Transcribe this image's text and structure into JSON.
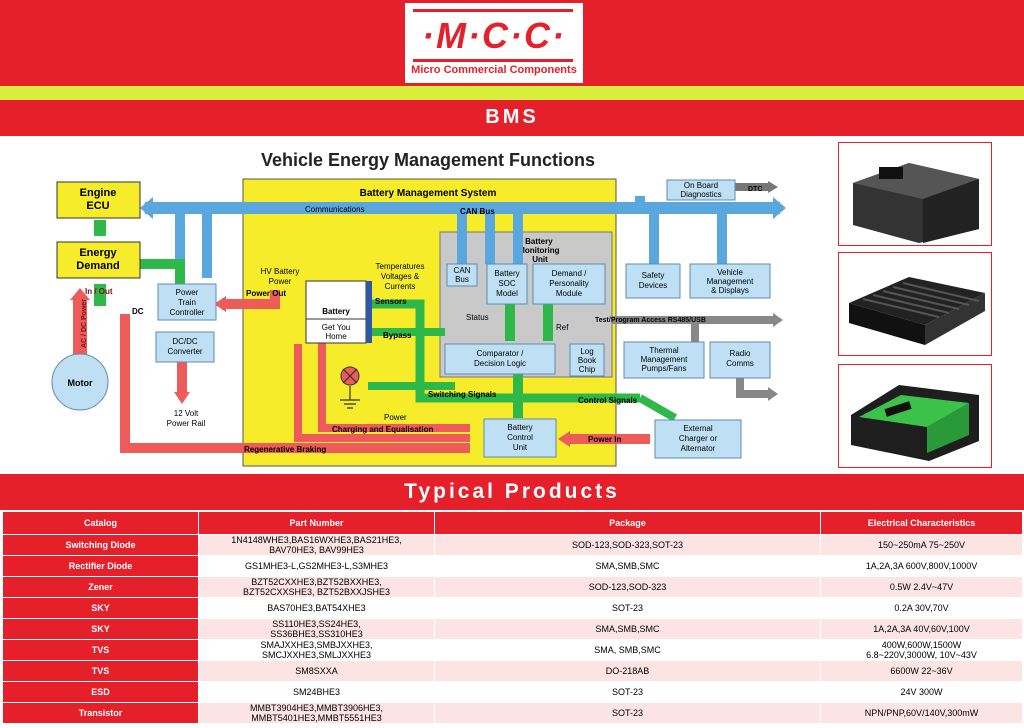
{
  "logo": {
    "mark": "·M·C·C·",
    "company": "Micro Commercial Components"
  },
  "section_title": "BMS",
  "diagram": {
    "title": "Vehicle Energy Management Functions",
    "bms_box": "Battery Management System",
    "monitoring": [
      "Battery",
      "Monitoring",
      "Unit"
    ],
    "nodes": {
      "engine_ecu": [
        "Engine",
        "ECU"
      ],
      "energy_demand": [
        "Energy",
        "Demand"
      ],
      "motor": "Motor",
      "power_train": [
        "Power",
        "Train",
        "Controller"
      ],
      "dcdc": [
        "DC/DC",
        "Converter"
      ],
      "volt12": [
        "12 Volt",
        "Power Rail"
      ],
      "battery": "Battery",
      "get_you_home": [
        "Get You",
        "Home"
      ],
      "hv_power": [
        "HV Battery",
        "Power"
      ],
      "temps": [
        "Temperatures",
        "Voltages &",
        "Currents"
      ],
      "can_bus_box": [
        "CAN",
        "Bus"
      ],
      "soc": [
        "Battery",
        "SOC",
        "Model"
      ],
      "demand_personality": [
        "Demand /",
        "Personality",
        "Module"
      ],
      "comparator": [
        "Comparator /",
        "Decision Logic"
      ],
      "log_book": [
        "Log",
        "Book",
        "Chip"
      ],
      "battery_control": [
        "Battery",
        "Control",
        "Unit"
      ],
      "on_board": [
        "On Board",
        "Diagnostics"
      ],
      "safety": [
        "Safety",
        "Devices"
      ],
      "vehicle_mgmt": [
        "Vehicle",
        "Management",
        "& Displays"
      ],
      "thermal": [
        "Thermal",
        "Management",
        "Pumps/Fans"
      ],
      "radio": [
        "Radio",
        "Comms"
      ],
      "ext_charger": [
        "External",
        "Charger or",
        "Alternator"
      ]
    },
    "labels": {
      "communications": "Communications",
      "can_bus": "CAN Bus",
      "dtc": "DTC",
      "in_out": "In / Out",
      "dc": "DC",
      "ac_dc_power": "AC / DC Power",
      "power_out": "Power Out",
      "sensors": "Sensors",
      "bypass": "Bypass",
      "status": "Status",
      "ref": "Ref",
      "test_program": "Test/Program Access RS485/USB",
      "switching_signals": "Switching Signals",
      "control_signals": "Control Signals",
      "power": "Power",
      "charging": "Charging and Equalisation",
      "power_in": "Power In",
      "regen": "Regenerative Braking"
    }
  },
  "photos": [
    {
      "name": "battery-module-photo",
      "desc": "BMS battery pack"
    },
    {
      "name": "controller-heatsink-photo",
      "desc": "Motor controller"
    },
    {
      "name": "power-tool-battery-photo",
      "desc": "Tool battery pack"
    }
  ],
  "products_title": "Typical Products",
  "table": {
    "headers": [
      "Catalog",
      "Part Number",
      "Package",
      "Electrical Characteristics"
    ],
    "rows": [
      {
        "catalog": "Switching Diode",
        "part": [
          "1N4148WHE3,BAS16WXHE3,BAS21HE3,",
          "BAV70HE3, BAV99HE3"
        ],
        "package": "SOD-123,SOD-323,SOT-23",
        "elec": [
          "150~250mA 75~250V"
        ]
      },
      {
        "catalog": "Rectifier Diode",
        "part": [
          "GS1MHE3-L,GS2MHE3-L,S3MHE3"
        ],
        "package": "SMA,SMB,SMC",
        "elec": [
          "1A,2A,3A  600V,800V,1000V"
        ]
      },
      {
        "catalog": "Zener",
        "part": [
          "BZT52CXXHE3,BZT52BXXHE3,",
          "BZT52CXXSHE3, BZT52BXXJSHE3"
        ],
        "package": "SOD-123,SOD-323",
        "elec": [
          "0.5W 2.4V~47V"
        ]
      },
      {
        "catalog": "SKY",
        "part": [
          "BAS70HE3,BAT54XHE3"
        ],
        "package": "SOT-23",
        "elec": [
          "0.2A 30V,70V"
        ]
      },
      {
        "catalog": "SKY",
        "part": [
          "SS110HE3,SS24HE3,",
          "SS36BHE3,SS310HE3"
        ],
        "package": "SMA,SMB,SMC",
        "elec": [
          "1A,2A,3A  40V,60V,100V"
        ]
      },
      {
        "catalog": "TVS",
        "part": [
          "SMAJXXHE3,SMBJXXHE3,",
          "SMCJXXHE3,SMLJXXHE3"
        ],
        "package": "SMA, SMB,SMC",
        "elec": [
          "400W,600W,1500W",
          "6.8~220V,3000W, 10V~43V"
        ]
      },
      {
        "catalog": "TVS",
        "part": [
          "SM8SXXA"
        ],
        "package": "DO-218AB",
        "elec": [
          "6600W  22~36V"
        ]
      },
      {
        "catalog": "ESD",
        "part": [
          "SM24BHE3"
        ],
        "package": "SOT-23",
        "elec": [
          "24V 300W"
        ]
      },
      {
        "catalog": "Transistor",
        "part": [
          "MMBT3904HE3,MMBT3906HE3,",
          "MMBT5401HE3,MMBT5551HE3"
        ],
        "package": "SOT-23",
        "elec": [
          "NPN/PNP,60V/140V,300mW"
        ]
      }
    ]
  }
}
